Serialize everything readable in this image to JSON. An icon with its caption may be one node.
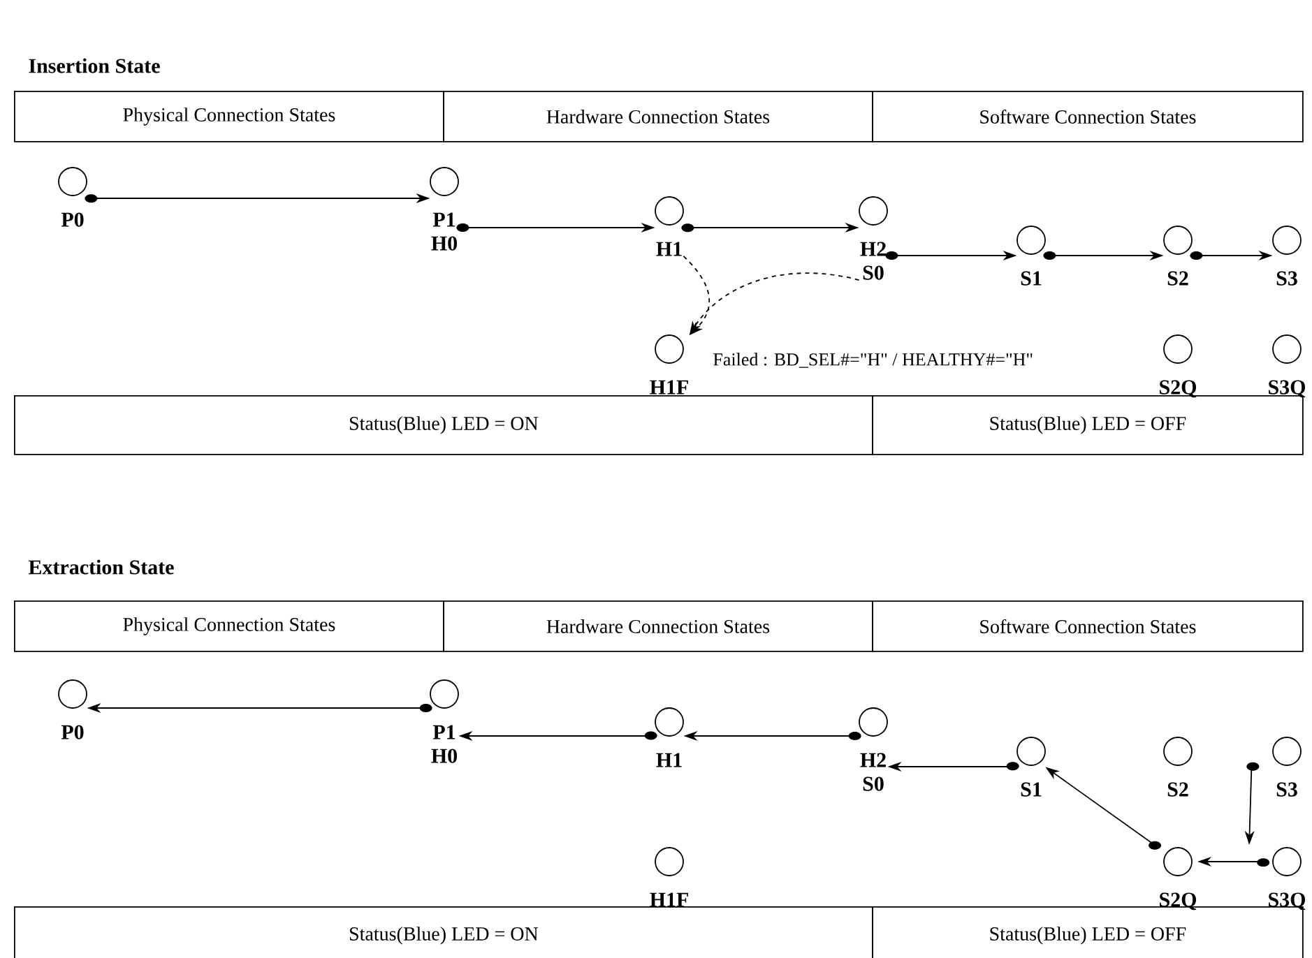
{
  "diagram": {
    "nodes": [
      {
        "text": [
          "Physical Connection States"
        ]
      },
      {
        "text": [
          "Hardware Connection States"
        ]
      },
      {
        "text": [
          "Software Connection States"
        ]
      },
      {
        "text": [
          "P0"
        ]
      },
      {
        "text": [
          "P1",
          "H0"
        ]
      },
      {
        "text": [
          "H1"
        ]
      },
      {
        "text": [
          "H2",
          "S0"
        ]
      },
      {
        "text": [
          "S1"
        ]
      },
      {
        "text": [
          "S2"
        ]
      },
      {
        "text": [
          "S3"
        ]
      },
      {
        "text": [
          "H1F"
        ]
      },
      {
        "text": [
          "S2Q"
        ]
      },
      {
        "text": [
          "S3Q"
        ]
      },
      {
        "text": [
          "Status(Blue) LED = ON"
        ]
      },
      {
        "text": [
          "Status(Blue) LED = OFF"
        ]
      },
      {
        "text": [
          "Physical Connection States"
        ]
      },
      {
        "text": [
          "Hardware Connection States"
        ]
      },
      {
        "text": [
          "Software Connection States"
        ]
      },
      {
        "text": [
          "P0"
        ]
      },
      {
        "text": [
          "P1",
          "H0"
        ]
      },
      {
        "text": [
          "H1"
        ]
      },
      {
        "text": [
          "H2",
          "S0"
        ]
      },
      {
        "text": [
          "S1"
        ]
      },
      {
        "text": [
          "S2"
        ]
      },
      {
        "text": [
          "S3"
        ]
      },
      {
        "text": [
          "H1F"
        ]
      },
      {
        "text": [
          "S2Q"
        ]
      },
      {
        "text": [
          "S3Q"
        ]
      },
      {
        "text": [
          "Status(Blue) LED = ON"
        ]
      },
      {
        "text": [
          "Status(Blue) LED = OFF"
        ]
      }
    ],
    "edges": [
      {
        "from": 3,
        "to": 4,
        "arrow": "to"
      },
      {
        "from": 4,
        "to": 5,
        "arrow": "to"
      },
      {
        "from": 5,
        "to": 6,
        "arrow": "to"
      },
      {
        "from": 6,
        "to": 7,
        "arrow": "to"
      },
      {
        "from": 7,
        "to": 8,
        "arrow": "to"
      },
      {
        "from": 8,
        "to": 9,
        "arrow": "to"
      },
      {
        "from": 5,
        "to": 10,
        "arrow": "to",
        "style": "dashed"
      },
      {
        "from": 6,
        "to": 10,
        "arrow": "to",
        "style": "dashed"
      },
      {
        "from": 19,
        "to": 18,
        "arrow": "to"
      },
      {
        "from": 20,
        "to": 19,
        "arrow": "to"
      },
      {
        "from": 21,
        "to": 20,
        "arrow": "to"
      },
      {
        "from": 22,
        "to": 21,
        "arrow": "to"
      },
      {
        "from": 26,
        "to": 22,
        "arrow": "to"
      },
      {
        "from": 27,
        "to": 26,
        "arrow": "to"
      },
      {
        "from": 24,
        "to": 27,
        "arrow": "to"
      }
    ],
    "labels": [
      "Insertion State",
      "Failed : BD_SEL#=\"H\" / HEALTHY#=\"H\"",
      "Extraction State"
    ]
  }
}
